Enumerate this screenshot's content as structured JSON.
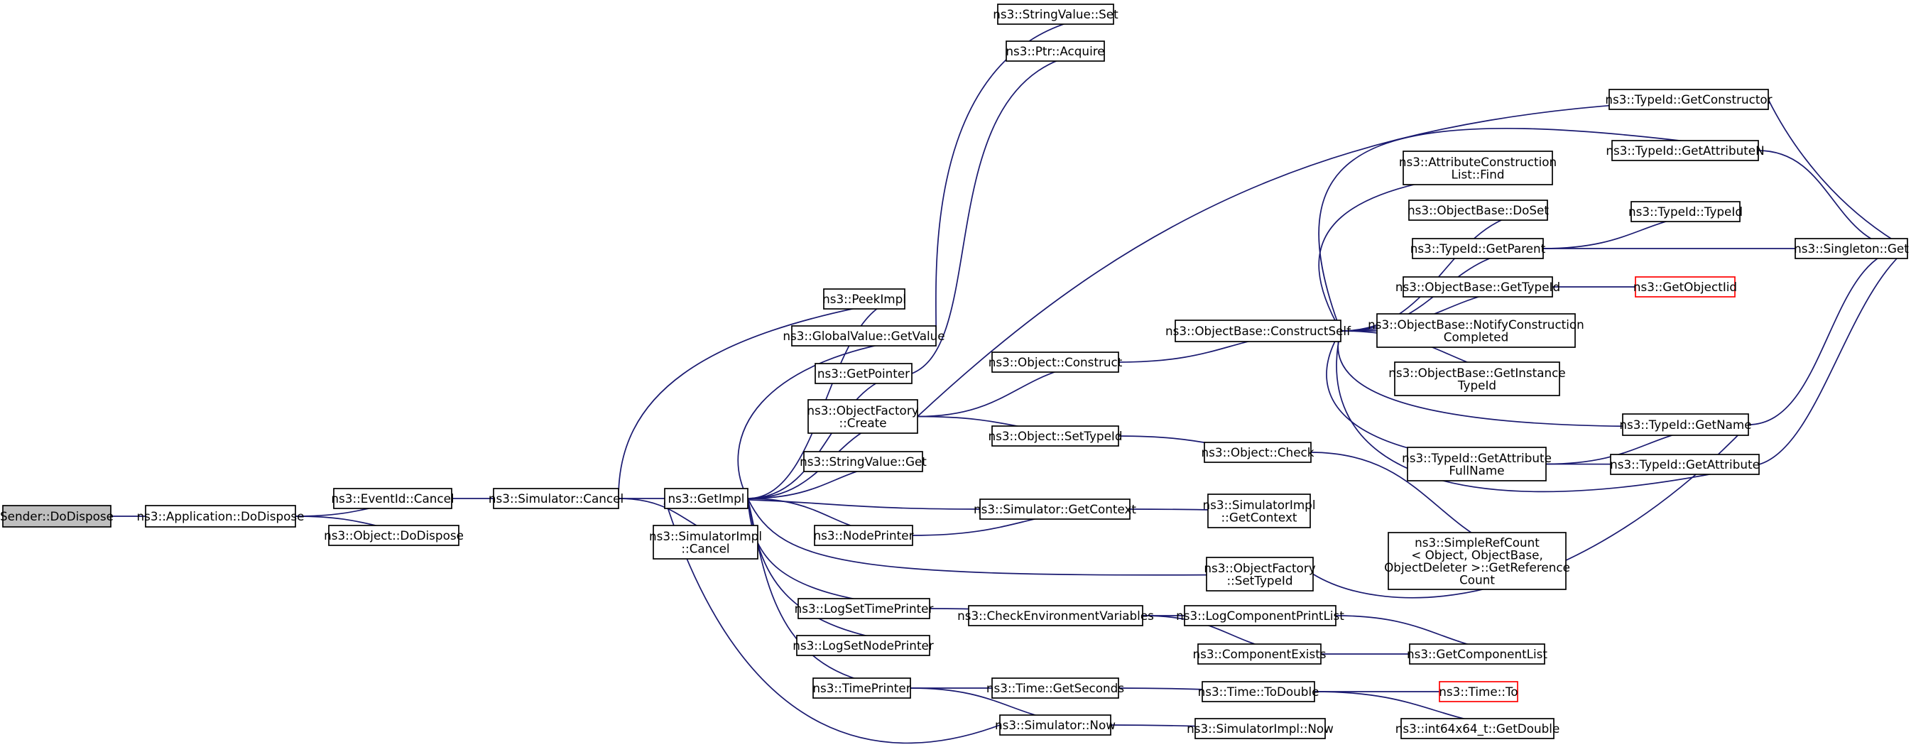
{
  "graph": {
    "edge_color": "#191970",
    "root_fill": "#bfbfbf",
    "missing_node_border": "#ff0000",
    "nodes": [
      {
        "id": "sender_dodispose",
        "lines": [
          "Sender::DoDispose"
        ],
        "root": true
      },
      {
        "id": "app_dodispose",
        "lines": [
          "ns3::Application::DoDispose"
        ]
      },
      {
        "id": "eventid_cancel",
        "lines": [
          "ns3::EventId::Cancel"
        ]
      },
      {
        "id": "object_dodispose",
        "lines": [
          "ns3::Object::DoDispose"
        ]
      },
      {
        "id": "sim_cancel",
        "lines": [
          "ns3::Simulator::Cancel"
        ]
      },
      {
        "id": "getimpl",
        "lines": [
          "ns3::GetImpl"
        ]
      },
      {
        "id": "simimpl_cancel",
        "lines": [
          "ns3::SimulatorImpl",
          "::Cancel"
        ]
      },
      {
        "id": "peekimpl",
        "lines": [
          "ns3::PeekImpl"
        ]
      },
      {
        "id": "globalvalue_getvalue",
        "lines": [
          "ns3::GlobalValue::GetValue"
        ]
      },
      {
        "id": "getpointer",
        "lines": [
          "ns3::GetPointer"
        ]
      },
      {
        "id": "objfactory_create",
        "lines": [
          "ns3::ObjectFactory",
          "::Create"
        ]
      },
      {
        "id": "stringvalue_get",
        "lines": [
          "ns3::StringValue::Get"
        ]
      },
      {
        "id": "nodeprinter",
        "lines": [
          "ns3::NodePrinter"
        ]
      },
      {
        "id": "logsettimeprinter",
        "lines": [
          "ns3::LogSetTimePrinter"
        ]
      },
      {
        "id": "logsetnodeprinter",
        "lines": [
          "ns3::LogSetNodePrinter"
        ]
      },
      {
        "id": "timeprinter",
        "lines": [
          "ns3::TimePrinter"
        ]
      },
      {
        "id": "stringvalue_set",
        "lines": [
          "ns3::StringValue::Set"
        ]
      },
      {
        "id": "ptr_acquire",
        "lines": [
          "ns3::Ptr::Acquire"
        ]
      },
      {
        "id": "object_construct",
        "lines": [
          "ns3::Object::Construct"
        ]
      },
      {
        "id": "object_settypeid",
        "lines": [
          "ns3::Object::SetTypeId"
        ]
      },
      {
        "id": "sim_getcontext",
        "lines": [
          "ns3::Simulator::GetContext"
        ]
      },
      {
        "id": "checkenvvars",
        "lines": [
          "ns3::CheckEnvironmentVariables"
        ]
      },
      {
        "id": "time_getseconds",
        "lines": [
          "ns3::Time::GetSeconds"
        ]
      },
      {
        "id": "sim_now",
        "lines": [
          "ns3::Simulator::Now"
        ]
      },
      {
        "id": "objbase_constructself",
        "lines": [
          "ns3::ObjectBase::ConstructSelf"
        ]
      },
      {
        "id": "object_check",
        "lines": [
          "ns3::Object::Check"
        ]
      },
      {
        "id": "simimpl_getcontext",
        "lines": [
          "ns3::SimulatorImpl",
          "::GetContext"
        ]
      },
      {
        "id": "objfactory_settypeid",
        "lines": [
          "ns3::ObjectFactory",
          "::SetTypeId"
        ]
      },
      {
        "id": "logcomponentprintlist",
        "lines": [
          "ns3::LogComponentPrintList"
        ]
      },
      {
        "id": "componentexists",
        "lines": [
          "ns3::ComponentExists"
        ]
      },
      {
        "id": "time_todouble",
        "lines": [
          "ns3::Time::ToDouble"
        ]
      },
      {
        "id": "simimpl_now",
        "lines": [
          "ns3::SimulatorImpl::Now"
        ]
      },
      {
        "id": "attrconstructionlist_find",
        "lines": [
          "ns3::AttributeConstruction",
          "List::Find"
        ]
      },
      {
        "id": "objbase_doset",
        "lines": [
          "ns3::ObjectBase::DoSet"
        ]
      },
      {
        "id": "typeid_getparent",
        "lines": [
          "ns3::TypeId::GetParent"
        ]
      },
      {
        "id": "objbase_gettypeid",
        "lines": [
          "ns3::ObjectBase::GetTypeId"
        ]
      },
      {
        "id": "objbase_notifyconstruction",
        "lines": [
          "ns3::ObjectBase::NotifyConstruction",
          "Completed"
        ]
      },
      {
        "id": "objbase_getinstancetypeid",
        "lines": [
          "ns3::ObjectBase::GetInstance",
          "TypeId"
        ]
      },
      {
        "id": "typeid_getattributefullname",
        "lines": [
          "ns3::TypeId::GetAttribute",
          "FullName"
        ]
      },
      {
        "id": "simplerefcount",
        "lines": [
          "ns3::SimpleRefCount",
          "< Object, ObjectBase,",
          " ObjectDeleter >::GetReference",
          "Count"
        ]
      },
      {
        "id": "getcomponentlist",
        "lines": [
          "ns3::GetComponentList"
        ]
      },
      {
        "id": "time_to",
        "lines": [
          "ns3::Time::To"
        ],
        "red": true
      },
      {
        "id": "int64x64_getdouble",
        "lines": [
          "ns3::int64x64_t::GetDouble"
        ]
      },
      {
        "id": "typeid_getconstructor",
        "lines": [
          "ns3::TypeId::GetConstructor"
        ]
      },
      {
        "id": "typeid_getattributen",
        "lines": [
          "ns3::TypeId::GetAttributeN"
        ]
      },
      {
        "id": "typeid_typeid",
        "lines": [
          "ns3::TypeId::TypeId"
        ]
      },
      {
        "id": "getobjectiid",
        "lines": [
          "ns3::GetObjectIid"
        ],
        "red": true
      },
      {
        "id": "typeid_getname",
        "lines": [
          "ns3::TypeId::GetName"
        ]
      },
      {
        "id": "typeid_getattribute",
        "lines": [
          "ns3::TypeId::GetAttribute"
        ]
      },
      {
        "id": "singleton_get",
        "lines": [
          "ns3::Singleton::Get"
        ]
      }
    ],
    "edges": [
      [
        "sender_dodispose",
        "app_dodispose"
      ],
      [
        "app_dodispose",
        "eventid_cancel"
      ],
      [
        "app_dodispose",
        "object_dodispose"
      ],
      [
        "eventid_cancel",
        "sim_cancel"
      ],
      [
        "sim_cancel",
        "getimpl"
      ],
      [
        "sim_cancel",
        "simimpl_cancel"
      ],
      [
        "sim_cancel",
        "peekimpl"
      ],
      [
        "getimpl",
        "peekimpl"
      ],
      [
        "getimpl",
        "globalvalue_getvalue"
      ],
      [
        "getimpl",
        "getpointer"
      ],
      [
        "getimpl",
        "objfactory_create"
      ],
      [
        "getimpl",
        "stringvalue_get"
      ],
      [
        "getimpl",
        "nodeprinter"
      ],
      [
        "getimpl",
        "logsettimeprinter"
      ],
      [
        "getimpl",
        "logsetnodeprinter"
      ],
      [
        "getimpl",
        "timeprinter"
      ],
      [
        "getimpl",
        "objfactory_settypeid"
      ],
      [
        "globalvalue_getvalue",
        "stringvalue_set"
      ],
      [
        "getpointer",
        "ptr_acquire"
      ],
      [
        "objfactory_create",
        "object_construct"
      ],
      [
        "objfactory_create",
        "object_settypeid"
      ],
      [
        "objfactory_create",
        "typeid_getconstructor"
      ],
      [
        "object_construct",
        "objbase_constructself"
      ],
      [
        "object_settypeid",
        "object_check"
      ],
      [
        "object_check",
        "simplerefcount"
      ],
      [
        "sim_getcontext",
        "getimpl"
      ],
      [
        "sim_getcontext",
        "simimpl_getcontext"
      ],
      [
        "nodeprinter",
        "sim_getcontext"
      ],
      [
        "logsettimeprinter",
        "checkenvvars"
      ],
      [
        "checkenvvars",
        "logcomponentprintlist"
      ],
      [
        "checkenvvars",
        "componentexists"
      ],
      [
        "logcomponentprintlist",
        "getcomponentlist"
      ],
      [
        "componentexists",
        "getcomponentlist"
      ],
      [
        "timeprinter",
        "time_getseconds"
      ],
      [
        "timeprinter",
        "sim_now"
      ],
      [
        "time_getseconds",
        "time_todouble"
      ],
      [
        "time_todouble",
        "time_to"
      ],
      [
        "time_todouble",
        "int64x64_getdouble"
      ],
      [
        "sim_now",
        "getimpl"
      ],
      [
        "sim_now",
        "simimpl_now"
      ],
      [
        "objfactory_settypeid",
        "typeid_getname"
      ],
      [
        "objbase_constructself",
        "attrconstructionlist_find"
      ],
      [
        "objbase_constructself",
        "objbase_doset"
      ],
      [
        "objbase_constructself",
        "typeid_getparent"
      ],
      [
        "objbase_constructself",
        "objbase_gettypeid"
      ],
      [
        "objbase_constructself",
        "objbase_notifyconstruction"
      ],
      [
        "objbase_constructself",
        "objbase_getinstancetypeid"
      ],
      [
        "objbase_constructself",
        "typeid_getattributefullname"
      ],
      [
        "objbase_constructself",
        "typeid_getname"
      ],
      [
        "objbase_constructself",
        "typeid_getattribute"
      ],
      [
        "objbase_constructself",
        "typeid_getattributen"
      ],
      [
        "typeid_getparent",
        "typeid_typeid"
      ],
      [
        "typeid_getparent",
        "singleton_get"
      ],
      [
        "objbase_gettypeid",
        "getobjectiid"
      ],
      [
        "typeid_getattributefullname",
        "typeid_getname"
      ],
      [
        "typeid_getattributefullname",
        "typeid_getattribute"
      ],
      [
        "typeid_getconstructor",
        "singleton_get"
      ],
      [
        "typeid_getattributen",
        "singleton_get"
      ],
      [
        "typeid_getname",
        "singleton_get"
      ],
      [
        "typeid_getattribute",
        "singleton_get"
      ]
    ]
  }
}
